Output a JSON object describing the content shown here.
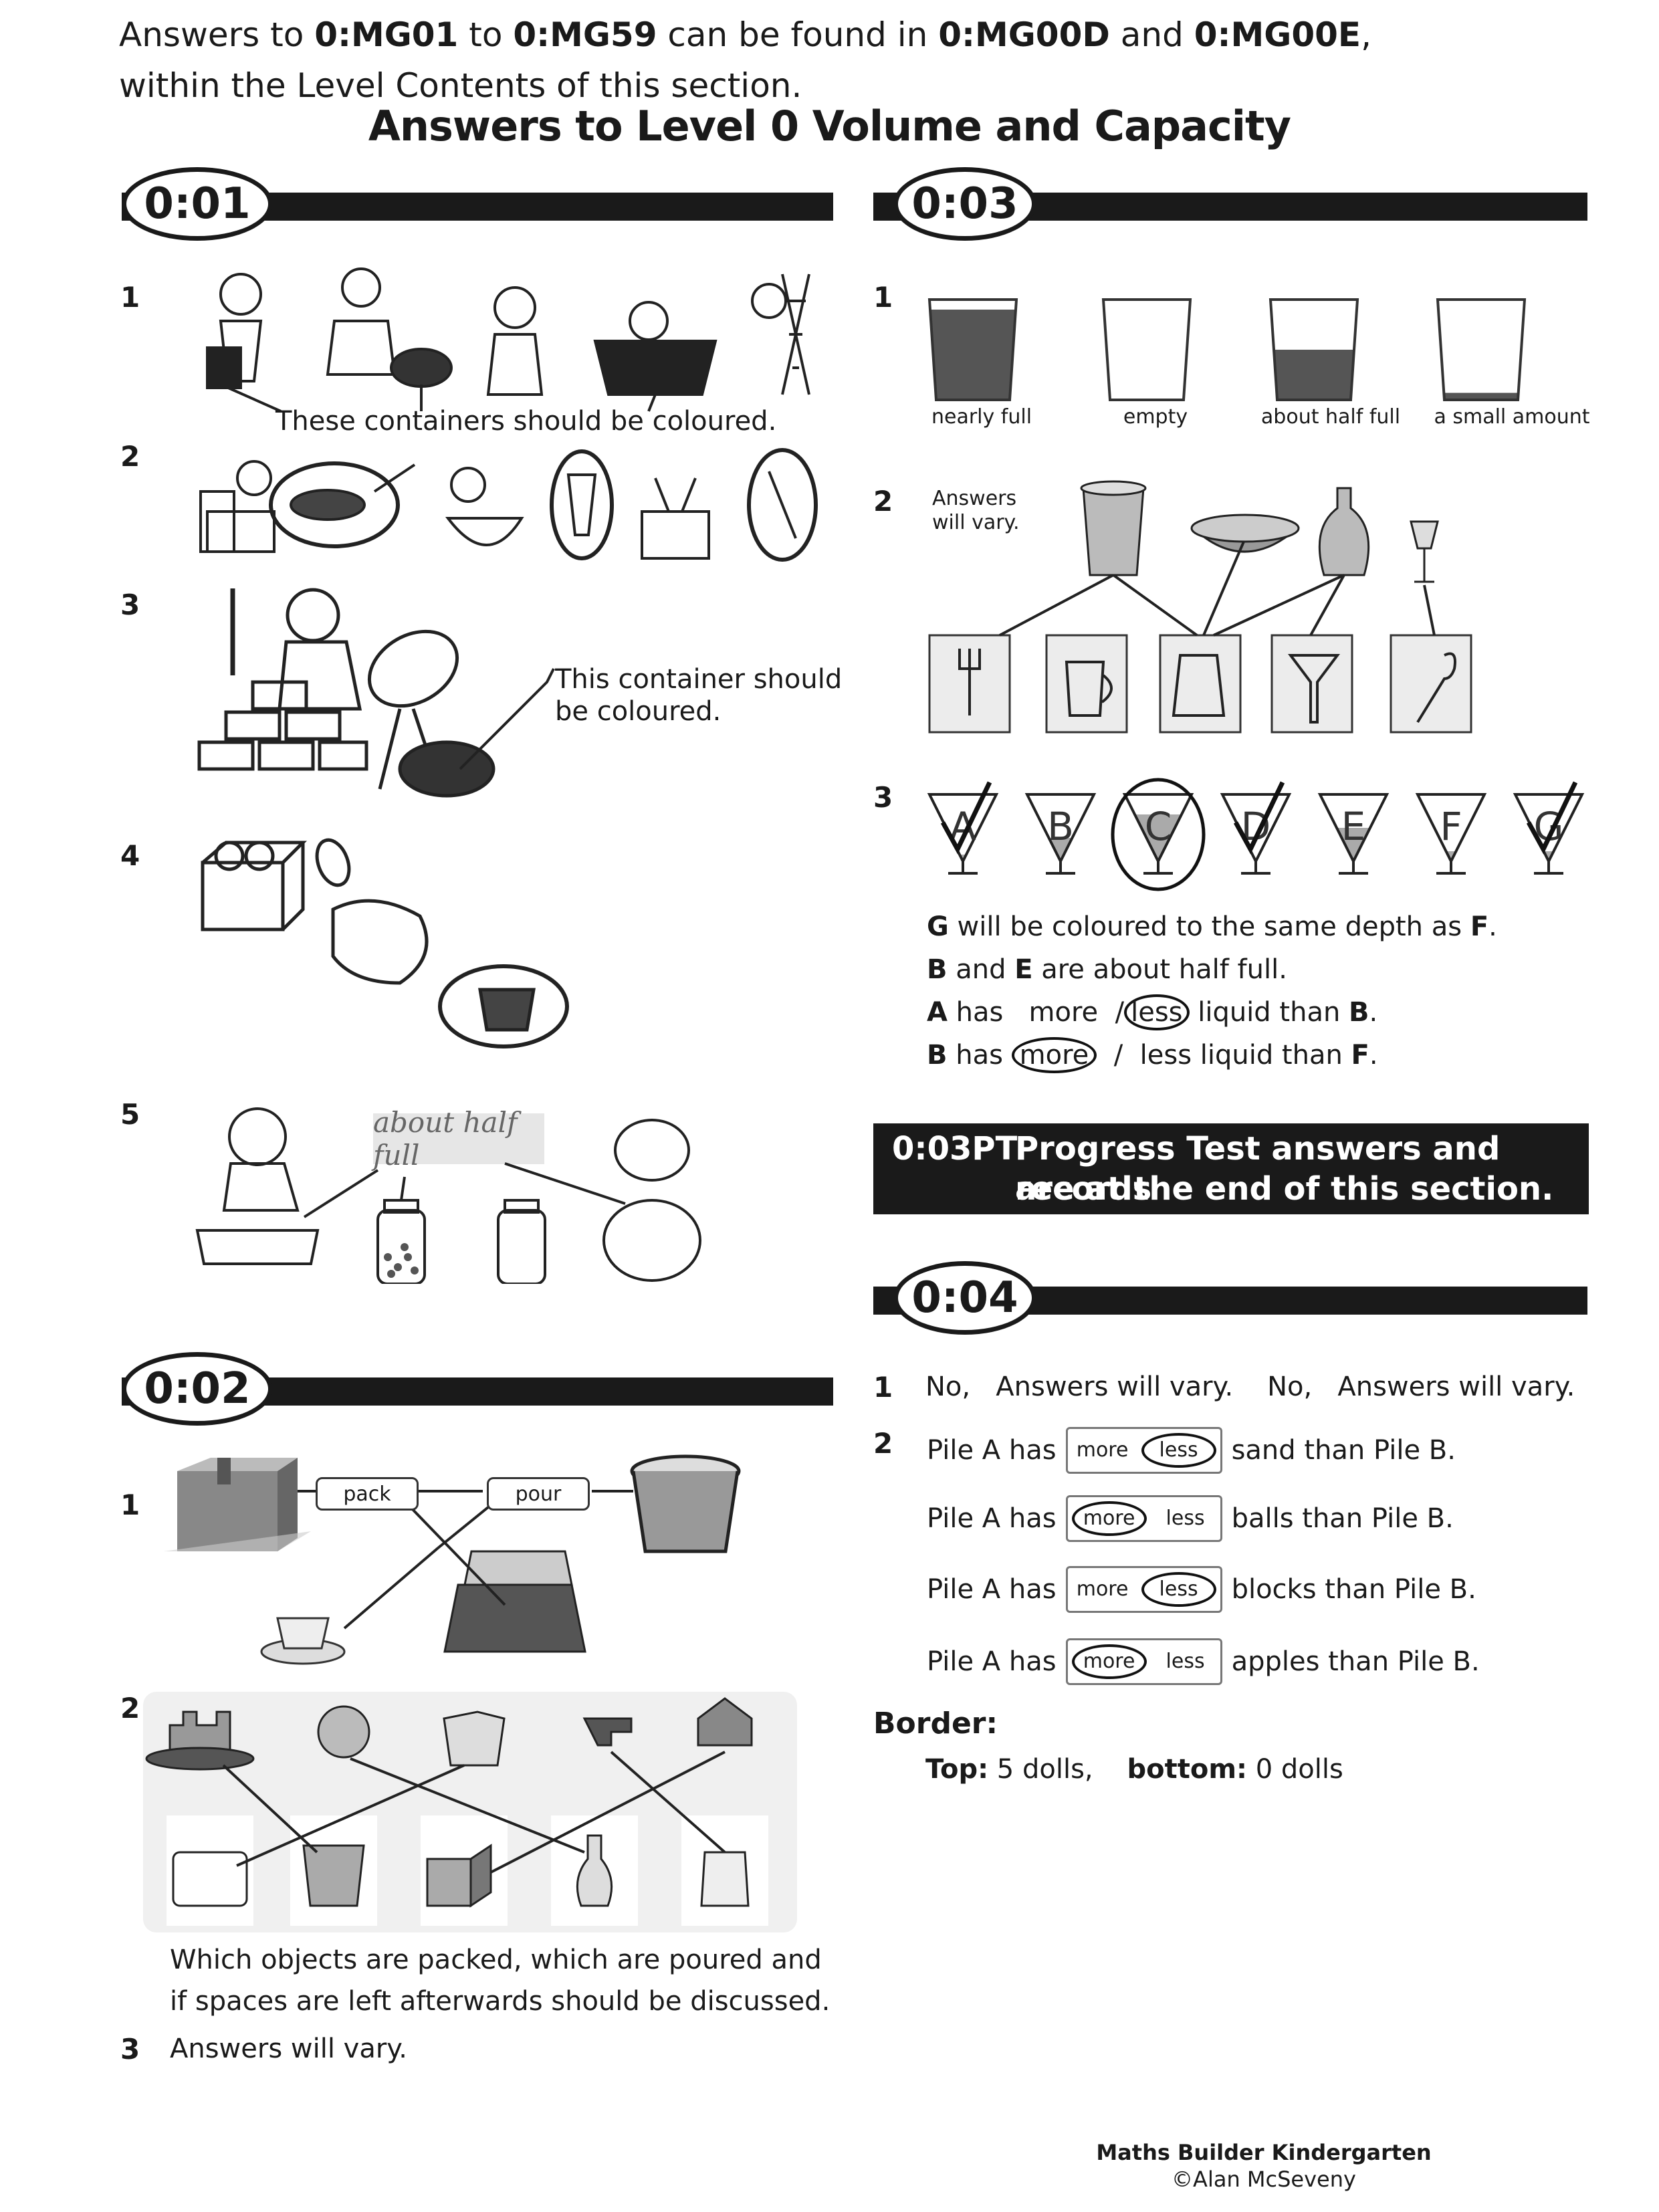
{
  "intro": {
    "p1": "Answers to ",
    "b1": "0:MG01",
    "p2": " to ",
    "b2": "0:MG59",
    "p3": " can be found in ",
    "b3": "0:MG00D",
    "p4": " and ",
    "b4": "0:MG00E",
    "p5": ",",
    "line2": "within the Level Contents of this section."
  },
  "title": "Answers to Level 0 Volume and Capacity",
  "sections": {
    "s001": {
      "label": "0:01",
      "q1_note": "These containers should be coloured.",
      "q3_note_1": "This container should",
      "q3_note_2": "be coloured.",
      "q5_label": "about half full"
    },
    "s002": {
      "label": "0:02",
      "q1_pack": "pack",
      "q1_pour": "pour",
      "q2_note_1": "Which objects are packed, which are poured and",
      "q2_note_2": "if spaces are left afterwards should be discussed.",
      "q3": "Answers will vary."
    },
    "s003": {
      "label": "0:03",
      "glasses": [
        "nearly full",
        "empty",
        "about half full",
        "a small amount"
      ],
      "glass_fill": [
        0.9,
        0.0,
        0.5,
        0.07
      ],
      "q2_note_1": "Answers",
      "q2_note_2": "will vary.",
      "cones": [
        "A",
        "B",
        "C",
        "D",
        "E",
        "F",
        "G"
      ],
      "cone_fill": [
        0.1,
        0.35,
        0.7,
        0.0,
        0.5,
        0.15,
        0.15
      ],
      "cone_ticked": [
        true,
        false,
        false,
        true,
        false,
        false,
        true
      ],
      "cone_circled": [
        false,
        false,
        true,
        false,
        false,
        false,
        false
      ],
      "line1_b": "G",
      "line1_t": " will be coloured to the same depth as ",
      "line1_b2": "F",
      "line1_end": ".",
      "line2_b": "B",
      "line2_t": " and ",
      "line2_b2": "E",
      "line2_end": " are about half full.",
      "line3_b": "A",
      "line3_t": " has ",
      "line3_more": "more",
      "line3_slash": "/",
      "line3_less": "less",
      "line3_t2": " liquid than ",
      "line3_b2": "B",
      "line3_end": ".",
      "line4_b": "B",
      "line4_t": " has ",
      "line4_more": "more",
      "line4_slash": "/",
      "line4_less": "less",
      "line4_t2": " liquid than ",
      "line4_b2": "F",
      "line4_end": "."
    },
    "s003pt": {
      "code": "0:03PT",
      "line1": "Progress Test answers and records",
      "line2": "are at the end of this section."
    },
    "s004": {
      "label": "0:04",
      "q1_a": "No,",
      "q1_b": "Answers will vary.",
      "q1_c": "No,",
      "q1_d": "Answers will vary.",
      "pile_prefix": "Pile A has",
      "more": "more",
      "less": "less",
      "rows": [
        {
          "sel": "less",
          "suffix": "sand than Pile B."
        },
        {
          "sel": "more",
          "suffix": "balls than Pile B."
        },
        {
          "sel": "less",
          "suffix": "blocks than Pile B."
        },
        {
          "sel": "more",
          "suffix": "apples than Pile B."
        }
      ],
      "border_title": "Border:",
      "top_label": "Top:",
      "top_value": " 5 dolls,",
      "bottom_label": "bottom:",
      "bottom_value": " 0 dolls"
    }
  },
  "qnums": {
    "n1": "1",
    "n2": "2",
    "n3": "3",
    "n4": "4",
    "n5": "5"
  },
  "footer": {
    "line1": "Maths Builder Kindergarten",
    "line2": "©Alan McSeveny"
  }
}
